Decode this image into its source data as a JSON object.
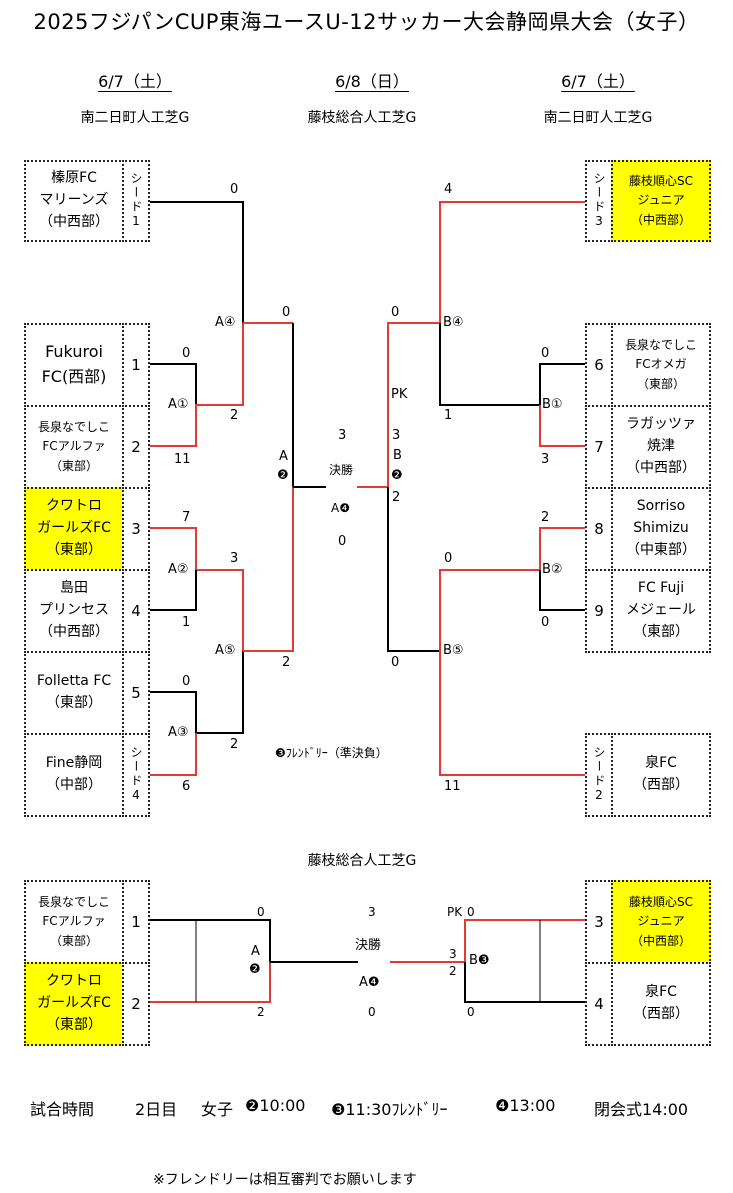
{
  "title": "2025フジパンCUP東海ユースU-12サッカー大会静岡県大会（女子）",
  "dates": {
    "left": "6/7（土）",
    "center": "6/8（日）",
    "right": "6/7（土）"
  },
  "venues": {
    "left": "南二日町人工芝G",
    "center": "藤枝総合人工芝G",
    "right": "南二日町人工芝G",
    "bottom": "藤枝総合人工芝G"
  },
  "teams": {
    "seed1": {
      "l1": "榛原FC",
      "l2": "マリーンズ",
      "l3": "（中西部）",
      "seed": "シード1"
    },
    "t1": {
      "l1": "Fukuroi",
      "l2": "FC(西部)",
      "num": "1"
    },
    "t2": {
      "l1": "長泉なでしこ",
      "l2": "FCアルファ",
      "l3": "（東部）",
      "num": "2"
    },
    "t3": {
      "l1": "クワトロ",
      "l2": "ガールズFC",
      "l3": "（東部）",
      "num": "3"
    },
    "t4": {
      "l1": "島田",
      "l2": "プリンセス",
      "l3": "（中西部）",
      "num": "4"
    },
    "t5": {
      "l1": "Folletta FC",
      "l2": "（東部）",
      "num": "5"
    },
    "seed4": {
      "l1": "Fine静岡",
      "l2": "（中部）",
      "seed": "シード4"
    },
    "seed3": {
      "l1": "藤枝順心SC",
      "l2": "ジュニア",
      "l3": "（中西部）",
      "seed": "シード3"
    },
    "t6": {
      "l1": "長泉なでしこ",
      "l2": "FCオメガ",
      "l3": "（東部）",
      "num": "6"
    },
    "t7": {
      "l1": "ラガッツァ",
      "l2": "焼津",
      "l3": "（中西部）",
      "num": "7"
    },
    "t8": {
      "l1": "Sorriso",
      "l2": "Shimizu",
      "l3": "（中東部）",
      "num": "8"
    },
    "t9": {
      "l1": "FC Fuji",
      "l2": "メジェール",
      "l3": "（東部）",
      "num": "9"
    },
    "seed2": {
      "l1": "泉FC",
      "l2": "（西部）",
      "seed": "シード2"
    }
  },
  "matches": {
    "a1": "A①",
    "a2": "A②",
    "a3": "A③",
    "a4": "A④",
    "a5": "A⑤",
    "b1": "B①",
    "b2": "B②",
    "b4": "B④",
    "b5": "B⑤",
    "a_semi": "A",
    "a_semi_no": "❷",
    "b_semi": "B",
    "b_semi_no": "❷",
    "final": "決勝",
    "final_code": "A❹",
    "pk": "PK"
  },
  "scores": {
    "seed1": "0",
    "t1": "0",
    "t2": "11",
    "a1_out": "2",
    "t3": "7",
    "t4": "1",
    "a2_out": "3",
    "t5": "0",
    "seed4": "6",
    "a3_out": "2",
    "a4_out": "0",
    "a5_out": "2",
    "seed3": "4",
    "t6": "0",
    "t7": "3",
    "b1_out": "1",
    "t8": "2",
    "t9": "0",
    "b2_out": "0",
    "seed2": "11",
    "b4_out": "0",
    "b5_out": "0",
    "final_left": "3",
    "final_left2": "0",
    "final_right": "3",
    "final_right2": "2"
  },
  "friendly_note": "❸ﾌﾚﾝﾄﾞﾘｰ（準決負）",
  "bottom": {
    "left_top": {
      "l1": "長泉なでしこ",
      "l2": "FCアルファ",
      "l3": "（東部）",
      "num": "1"
    },
    "left_bot": {
      "l1": "クワトロ",
      "l2": "ガールズFC",
      "l3": "（東部）",
      "num": "2"
    },
    "right_top": {
      "l1": "藤枝順心SC",
      "l2": "ジュニア",
      "l3": "（中西部）",
      "num": "3"
    },
    "right_bot": {
      "l1": "泉FC",
      "l2": "（西部）",
      "num": "4"
    },
    "scores": {
      "lt": "0",
      "lb": "2",
      "rt": "0",
      "rb": "0",
      "ft": "3",
      "fb": "0",
      "m_l": "3",
      "m_r": "2"
    },
    "a_label": "A",
    "a_no": "❷",
    "b_label": "B❸",
    "final": "決勝",
    "final_code": "A❹",
    "pk": "PK"
  },
  "schedule": {
    "label": "試合時間",
    "day": "2日目",
    "cat": "女子",
    "s1": "❷10:00",
    "s2": "❸11:30ﾌﾚﾝﾄﾞﾘｰ",
    "s3": "❹13:00",
    "closing": "閉会式14:00"
  },
  "footnote": "※フレンドリーは相互審判でお願いします"
}
